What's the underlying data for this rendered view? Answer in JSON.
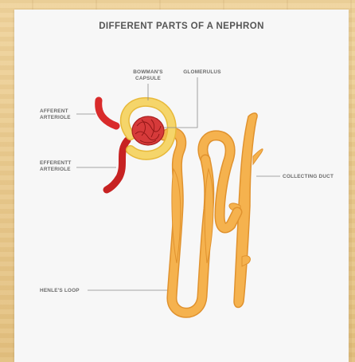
{
  "title": "DIFFERENT PARTS OF A NEPHRON",
  "labels": {
    "bowmans_capsule": [
      "BOWMAN'S",
      "CAPSULE"
    ],
    "glomerulus": "GLOMERULUS",
    "afferent_arteriole": [
      "AFFERENT",
      "ARTERIOLE"
    ],
    "efferent_arteriole": [
      "EFFERENTT",
      "ARTERIOLE"
    ],
    "collecting_duct": "COLLECTING DUCT",
    "henles_loop": "HENLE'S LOOP"
  },
  "colors": {
    "tubule": "#f5b24e",
    "tubule_outline": "#e0922e",
    "capsule": "#f5d56a",
    "vessel": "#d92b2b",
    "glomerulus": "#d63a3a",
    "leader_line": "#8a8a8a"
  }
}
